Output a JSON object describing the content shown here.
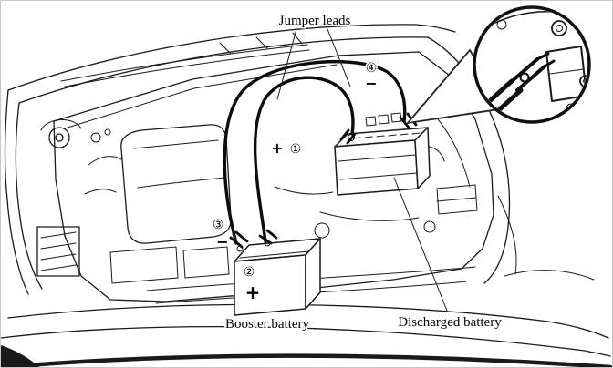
{
  "labels": {
    "jumper_leads": "Jumper leads",
    "booster_battery": "Booster battery",
    "discharged_battery": "Discharged battery"
  },
  "steps": [
    {
      "num": "①",
      "sign": "+"
    },
    {
      "num": "②",
      "sign": "+"
    },
    {
      "num": "③",
      "sign": "−"
    },
    {
      "num": "④",
      "sign": "−"
    }
  ],
  "colors": {
    "line": "#1a1a1a",
    "background": "#ffffff"
  }
}
